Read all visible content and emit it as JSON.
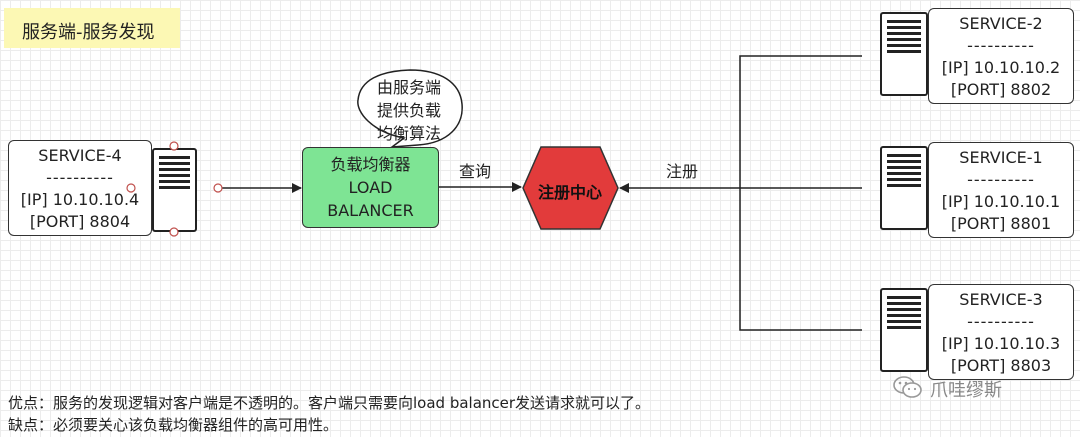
{
  "title": "服务端-服务发现",
  "load_balancer": {
    "line1": "负载均衡器",
    "line2": "LOAD",
    "line3": "BALANCER"
  },
  "bubble": {
    "line1": "由服务端",
    "line2": "提供负载",
    "line3": "均衡算法"
  },
  "registry": {
    "label": "注册中心",
    "color": "#e23b3b"
  },
  "edge_labels": {
    "query": "查询",
    "register": "注册"
  },
  "services": [
    {
      "name": "SERVICE-4",
      "separator": "----------",
      "ip": "[IP] 10.10.10.4",
      "port": "[PORT] 8804"
    },
    {
      "name": "SERVICE-2",
      "separator": "----------",
      "ip": "[IP] 10.10.10.2",
      "port": "[PORT] 8802"
    },
    {
      "name": "SERVICE-1",
      "separator": "----------",
      "ip": "[IP] 10.10.10.1",
      "port": "[PORT] 8801"
    },
    {
      "name": "SERVICE-3",
      "separator": "----------",
      "ip": "[IP] 10.10.10.3",
      "port": "[PORT] 8803"
    }
  ],
  "footer": {
    "pros": "优点：服务的发现逻辑对客户端是不透明的。客户端只需要向load balancer发送请求就可以了。",
    "cons": "缺点：必须要关心该负载均衡器组件的高可用性。"
  },
  "watermark": "爪哇缪斯",
  "colors": {
    "note": "#fcf8b4",
    "load_balancer": "#7ee494",
    "registry": "#e23b3b",
    "grid": "#ececec"
  }
}
